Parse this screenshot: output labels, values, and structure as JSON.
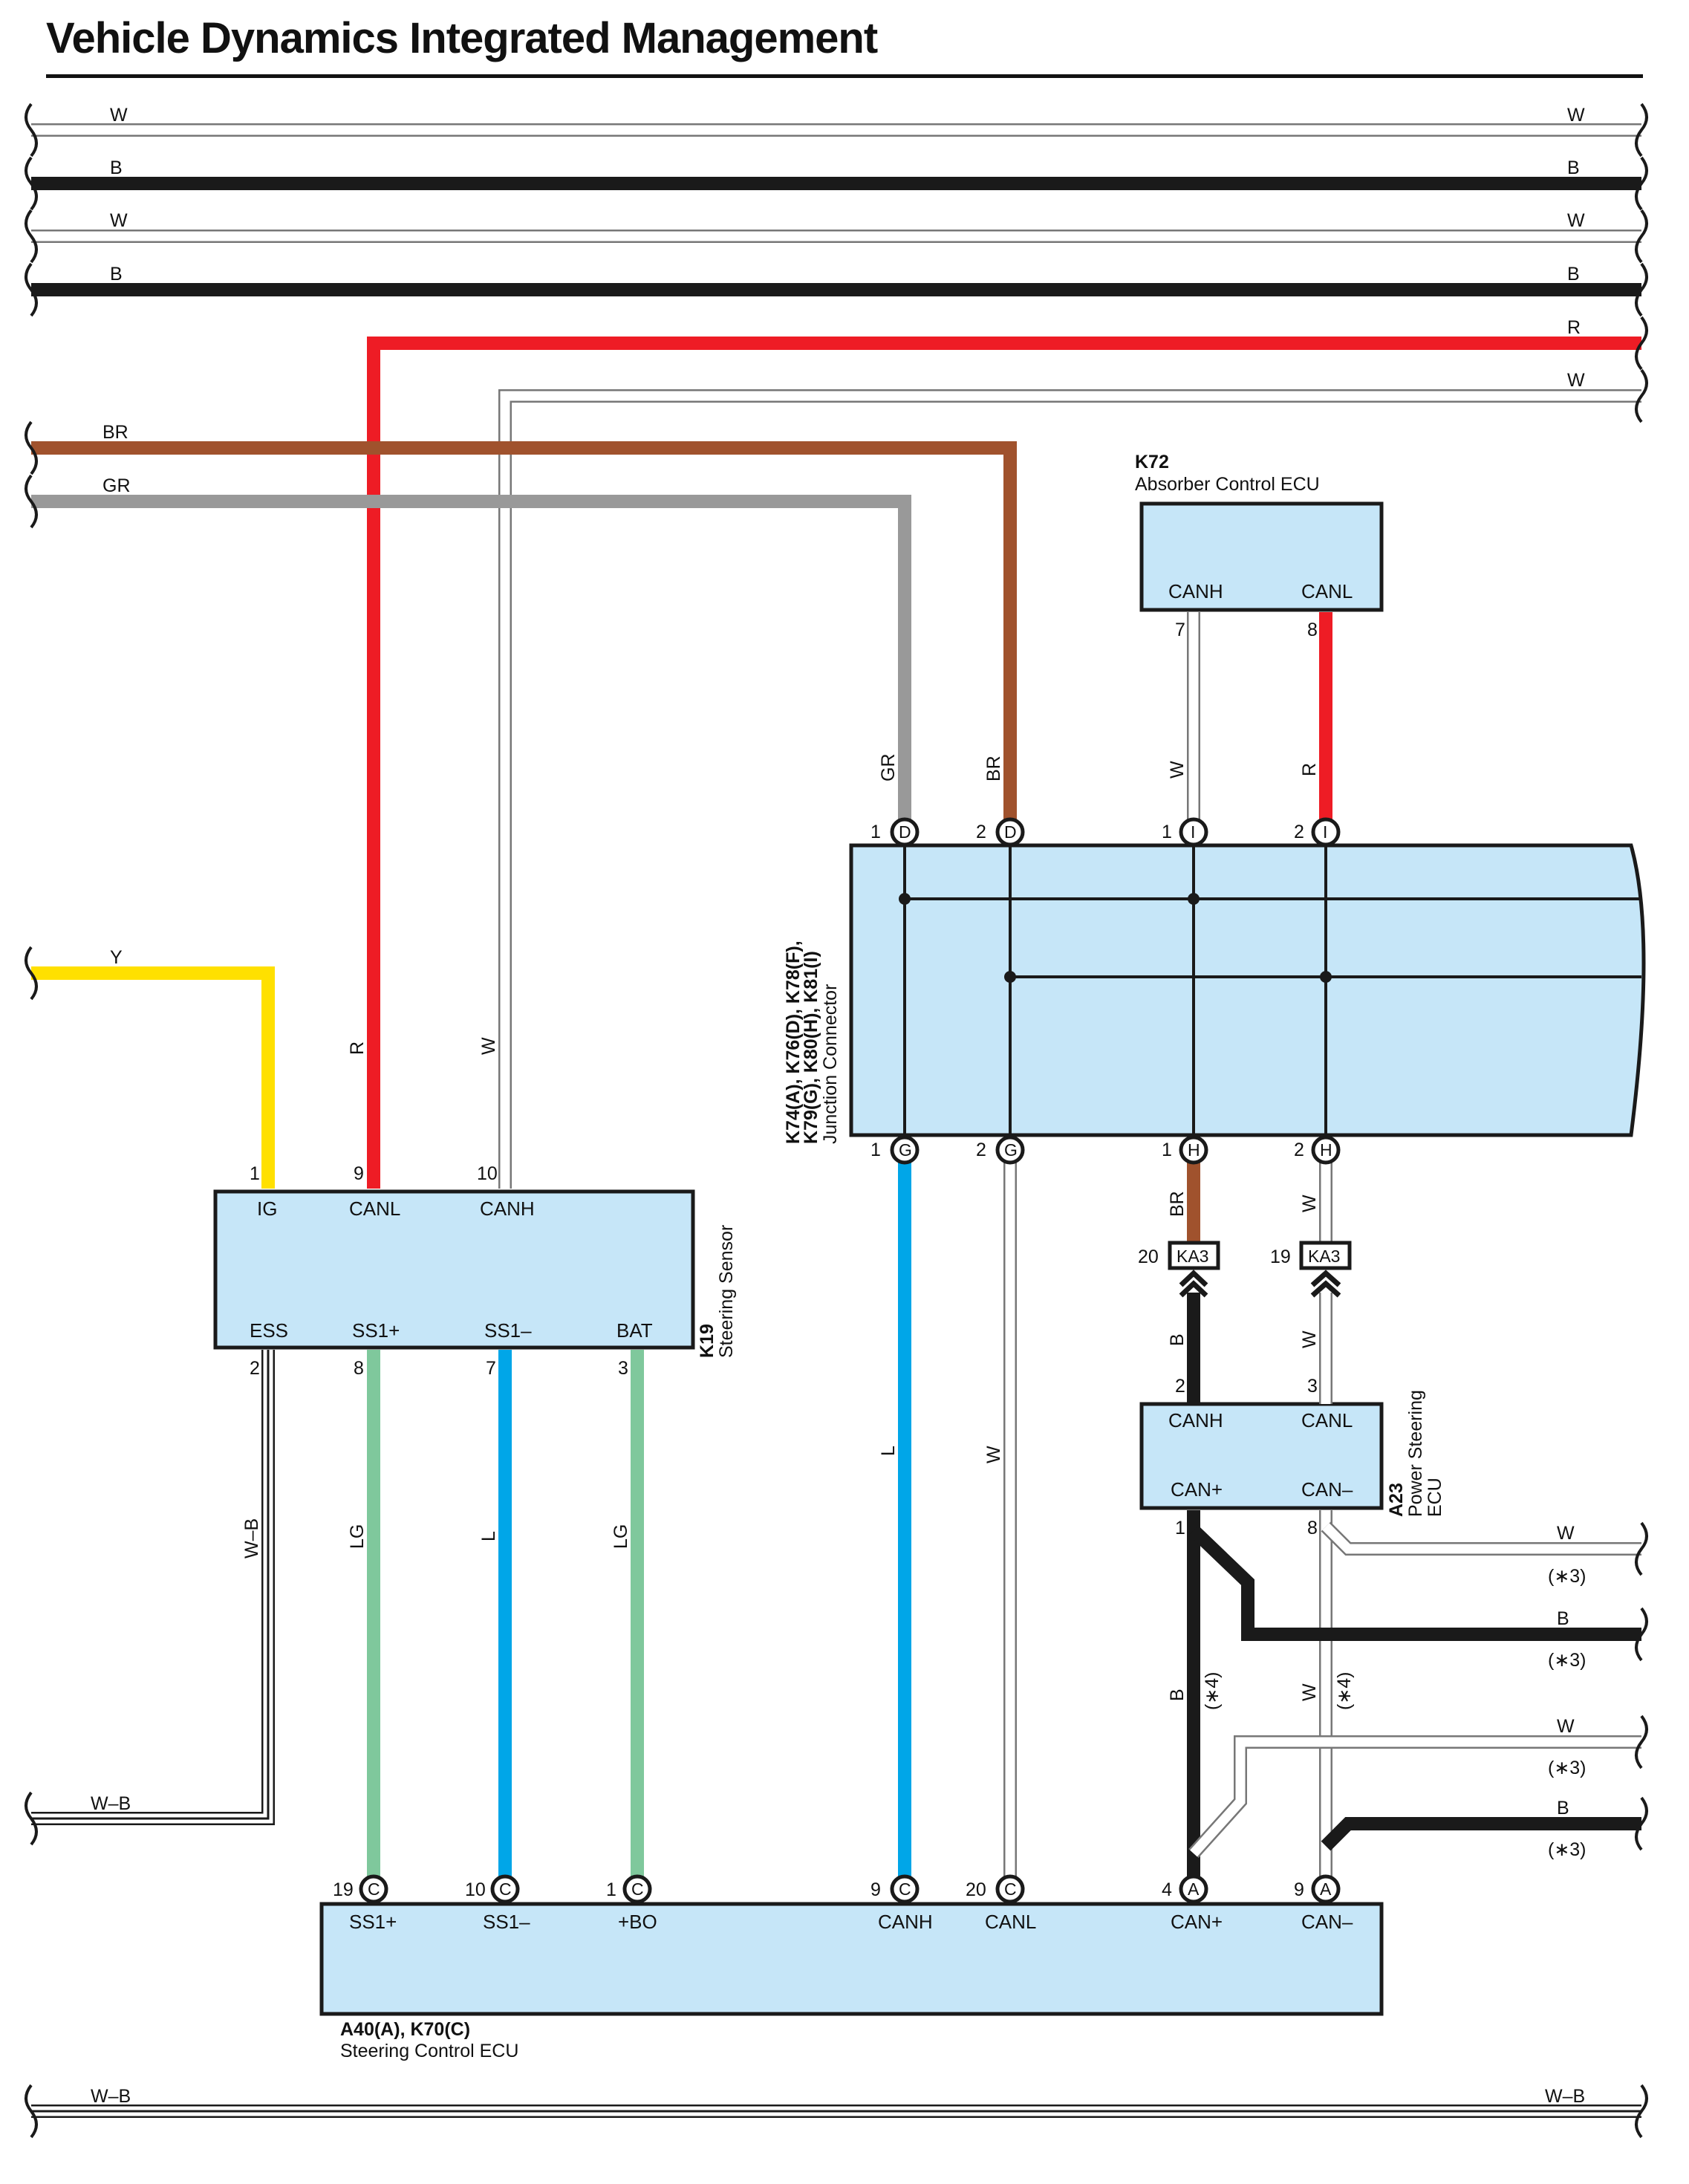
{
  "title": "Vehicle Dynamics Integrated Management",
  "colors": {
    "W": "#ffffff",
    "B": "#1a1a1a",
    "R": "#ee1c25",
    "BR": "#a0522d",
    "GR": "#999999",
    "Y": "#ffe000",
    "L": "#00a6e8",
    "LG": "#7fc89c",
    "W-B": "#ffffff",
    "component_fill": "#c6e6f8"
  },
  "icons": [
    "wire-break-icon",
    "pin-circle-icon",
    "inline-connector-icon",
    "chevron-arrow-icon",
    "splice-dot-icon"
  ],
  "top_wires": [
    {
      "left": "W",
      "right": "W"
    },
    {
      "left": "B",
      "right": "B"
    },
    {
      "left": "W",
      "right": "W"
    },
    {
      "left": "B",
      "right": "B"
    },
    {
      "right": "R"
    },
    {
      "right": "W"
    },
    {
      "left": "BR"
    },
    {
      "left": "GR"
    }
  ],
  "left_wires": {
    "y": "Y",
    "wb": "W–B"
  },
  "bottom_wire": {
    "left": "W–B",
    "right": "W–B"
  },
  "k72": {
    "id": "K72",
    "name": "Absorber Control ECU",
    "terminals": [
      "CANH",
      "CANL"
    ],
    "pins": [
      "7",
      "8"
    ],
    "wires": [
      "W",
      "R"
    ]
  },
  "junction": {
    "id_line1": "K74(A), K76(D), K78(F),",
    "id_line2": "K79(G), K80(H), K81(I)",
    "name": "Junction Connector",
    "top_pins": [
      {
        "num": "1",
        "letter": "D",
        "wire": "GR"
      },
      {
        "num": "2",
        "letter": "D",
        "wire": "BR"
      },
      {
        "num": "1",
        "letter": "I",
        "wire": "W"
      },
      {
        "num": "2",
        "letter": "I",
        "wire": "R"
      }
    ],
    "bottom_pins": [
      {
        "num": "1",
        "letter": "G",
        "wire": "L"
      },
      {
        "num": "2",
        "letter": "G",
        "wire": "W"
      },
      {
        "num": "1",
        "letter": "H",
        "wire": "BR"
      },
      {
        "num": "2",
        "letter": "H",
        "wire": "W"
      }
    ]
  },
  "inline_connectors": [
    {
      "num": "20",
      "name": "KA3",
      "wire_below": "B"
    },
    {
      "num": "19",
      "name": "KA3",
      "wire_below": "W"
    }
  ],
  "k19": {
    "id": "K19",
    "name": "Steering Sensor",
    "top_terminals": [
      "IG",
      "CANL",
      "CANH"
    ],
    "top_pins": [
      "1",
      "9",
      "10"
    ],
    "top_wires": [
      "R",
      "W"
    ],
    "bottom_terminals": [
      "ESS",
      "SS1+",
      "SS1–",
      "BAT"
    ],
    "bottom_pins": [
      "2",
      "8",
      "7",
      "3"
    ],
    "bottom_wires": [
      "W–B",
      "LG",
      "L",
      "LG"
    ]
  },
  "a23": {
    "id": "A23",
    "name_line1": "Power Steering",
    "name_line2": "ECU",
    "top_terminals": [
      "CANH",
      "CANL"
    ],
    "top_pins": [
      "2",
      "3"
    ],
    "bottom_terminals": [
      "CAN+",
      "CAN–"
    ],
    "bottom_pins": [
      "1",
      "8"
    ],
    "wire_labels": [
      "B",
      "(∗4)",
      "W",
      "(∗4)"
    ]
  },
  "right_branches": [
    {
      "color": "W",
      "note": "(∗3)"
    },
    {
      "color": "B",
      "note": "(∗3)"
    },
    {
      "color": "W",
      "note": "(∗3)"
    },
    {
      "color": "B",
      "note": "(∗3)"
    }
  ],
  "a40": {
    "id": "A40(A), K70(C)",
    "name": "Steering Control ECU",
    "pins": [
      {
        "num": "19",
        "letter": "C",
        "term": "SS1+"
      },
      {
        "num": "10",
        "letter": "C",
        "term": "SS1–"
      },
      {
        "num": "1",
        "letter": "C",
        "term": "+BO"
      },
      {
        "num": "9",
        "letter": "C",
        "term": "CANH"
      },
      {
        "num": "20",
        "letter": "C",
        "term": "CANL"
      },
      {
        "num": "4",
        "letter": "A",
        "term": "CAN+"
      },
      {
        "num": "9",
        "letter": "A",
        "term": "CAN–"
      }
    ]
  }
}
